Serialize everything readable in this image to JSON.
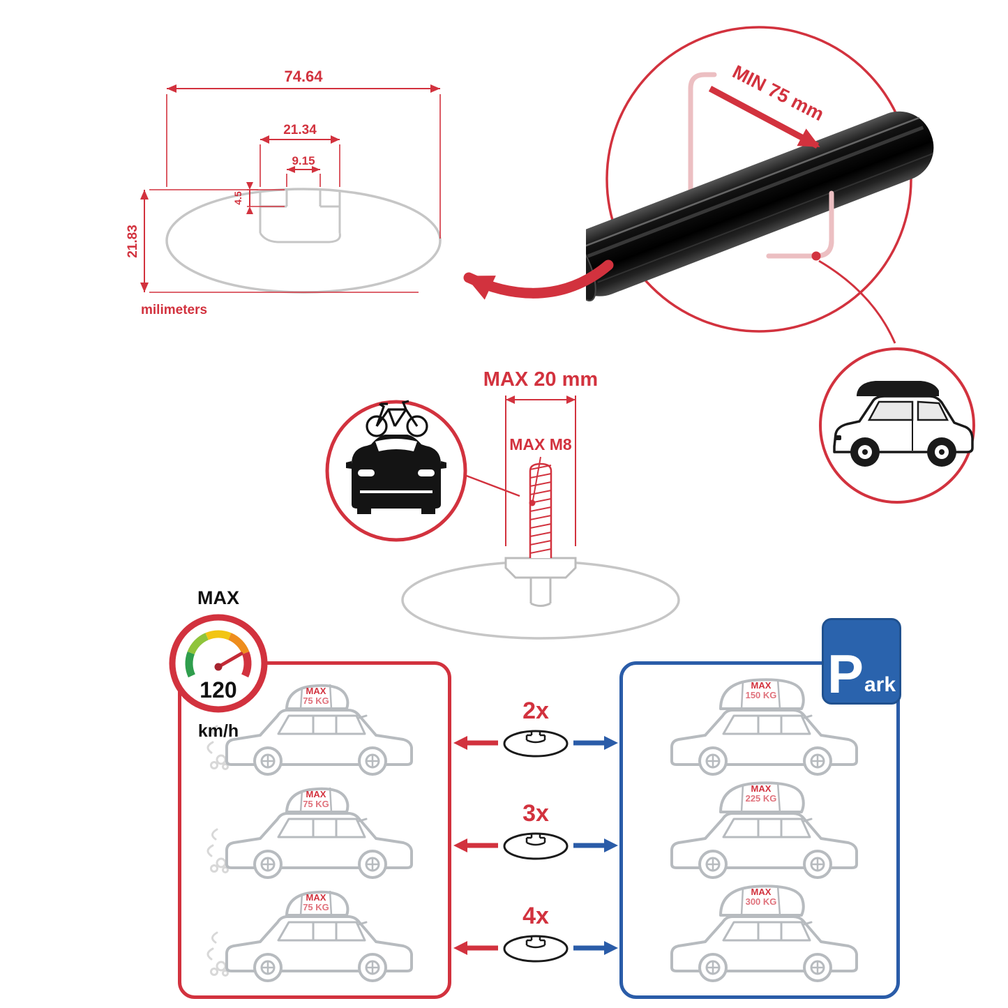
{
  "colors": {
    "accent_red": "#d2323e",
    "accent_blue": "#2a5ca8",
    "profile_gray": "#c6c6c6",
    "bar_black": "#111111"
  },
  "cross_section": {
    "total_width": "74.64",
    "channel_width": "21.34",
    "slot_width": "9.15",
    "slot_depth": "4.5",
    "profile_height": "21.83",
    "unit_label": "milimeters"
  },
  "clamp_detail": {
    "min_clearance_label": "MIN 75 mm"
  },
  "bolt_detail": {
    "max_width_label": "MAX 20 mm",
    "max_thread_label": "MAX M8"
  },
  "speed_limit": {
    "title": "MAX",
    "value": "120",
    "unit": "km/h"
  },
  "driving_capacity": {
    "cars": [
      {
        "label": "MAX",
        "weight": "75 KG"
      },
      {
        "label": "MAX",
        "weight": "75 KG"
      },
      {
        "label": "MAX",
        "weight": "75 KG"
      }
    ]
  },
  "bar_multipliers": [
    {
      "label": "2x"
    },
    {
      "label": "3x"
    },
    {
      "label": "4x"
    }
  ],
  "parked_capacity": {
    "sign_letter": "P",
    "sign_suffix": "ark",
    "cars": [
      {
        "label": "MAX",
        "weight": "150 KG"
      },
      {
        "label": "MAX",
        "weight": "225 KG"
      },
      {
        "label": "MAX",
        "weight": "300 KG"
      }
    ]
  }
}
